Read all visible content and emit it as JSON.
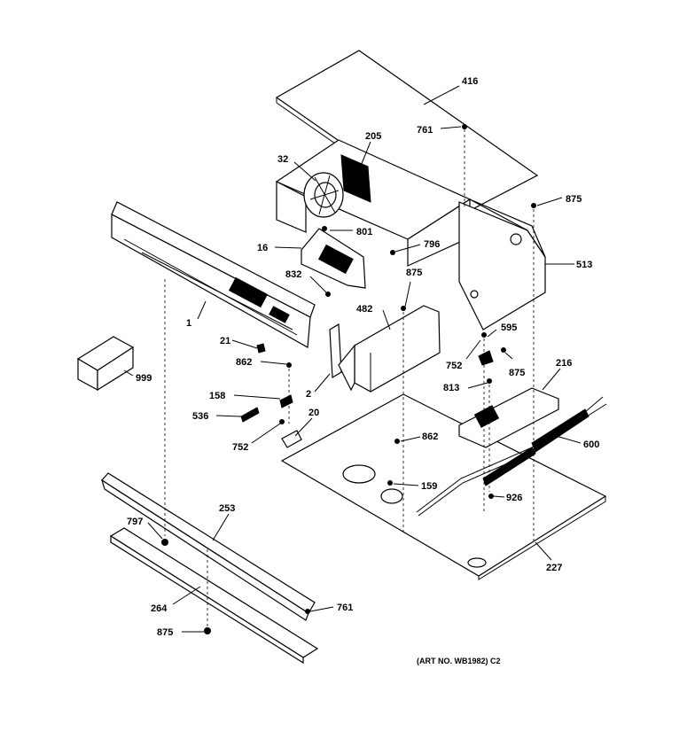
{
  "diagram": {
    "art_number": "(ART NO. WB1982) C2",
    "labels": {
      "p416": "416",
      "p761a": "761",
      "p205": "205",
      "p32": "32",
      "p875a": "875",
      "p801": "801",
      "p16": "16",
      "p796": "796",
      "p513": "513",
      "p832": "832",
      "p875b": "875",
      "p1": "1",
      "p482": "482",
      "p21": "21",
      "p595": "595",
      "p862a": "862",
      "p752a": "752",
      "p875c": "875",
      "p216": "216",
      "p999": "999",
      "p2": "2",
      "p813": "813",
      "p158": "158",
      "p20": "20",
      "p536": "536",
      "p752b": "752",
      "p862b": "862",
      "p600": "600",
      "p159": "159",
      "p926": "926",
      "p253": "253",
      "p797": "797",
      "p227": "227",
      "p264": "264",
      "p761b": "761",
      "p875d": "875"
    }
  }
}
